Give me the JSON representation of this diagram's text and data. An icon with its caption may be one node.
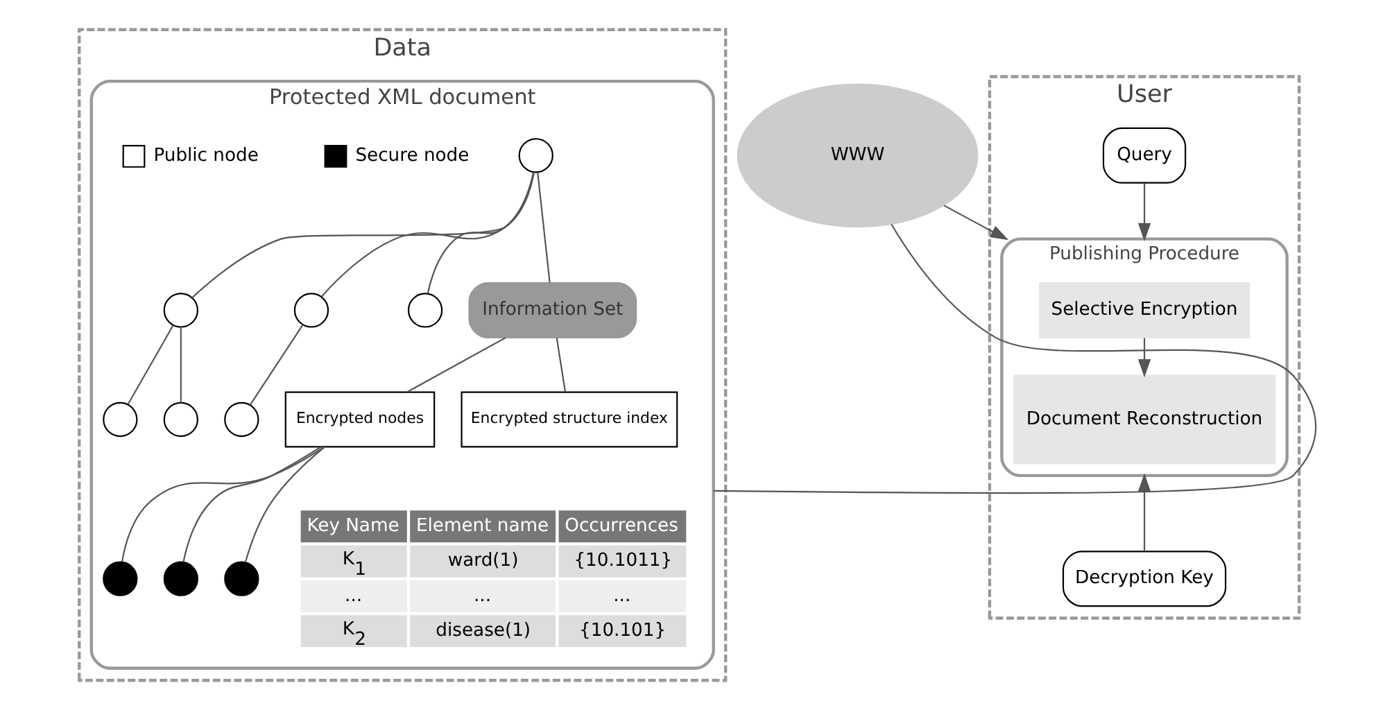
{
  "diagram": {
    "nodes": [
      {
        "text": [
          "Data"
        ]
      },
      {
        "text": [
          "Protected XML document"
        ],
        "in": 0
      },
      {
        "text": [],
        "shape": "circle",
        "in": 1
      },
      {
        "text": [],
        "shape": "circle",
        "in": 1
      },
      {
        "text": [],
        "shape": "circle",
        "in": 1
      },
      {
        "text": [],
        "shape": "circle",
        "in": 1
      },
      {
        "text": [],
        "shape": "circle",
        "in": 1
      },
      {
        "text": [],
        "shape": "circle",
        "in": 1
      },
      {
        "text": [],
        "shape": "circle",
        "in": 1
      },
      {
        "text": [
          "Information Set"
        ],
        "in": 1
      },
      {
        "text": [
          "Encrypted nodes"
        ],
        "in": 1
      },
      {
        "text": [
          "Encrypted structure index"
        ],
        "in": 1
      },
      {
        "text": [],
        "shape": "circle",
        "in": 1
      },
      {
        "text": [],
        "shape": "circle",
        "in": 1
      },
      {
        "text": [],
        "shape": "circle",
        "in": 1
      },
      {
        "text": [
          "WWW"
        ]
      },
      {
        "text": [
          "User"
        ]
      },
      {
        "text": [
          "Query"
        ],
        "in": 16
      },
      {
        "text": [
          "Publishing Procedure"
        ],
        "in": 16
      },
      {
        "text": [
          "Selective Encryption"
        ],
        "in": 18
      },
      {
        "text": [
          "Document Reconstruction"
        ],
        "in": 18
      },
      {
        "text": [
          "Decryption Key"
        ],
        "in": 16
      }
    ],
    "edges": [
      {
        "from": 2,
        "to": 3,
        "arrow": "none"
      },
      {
        "from": 2,
        "to": 4,
        "arrow": "none"
      },
      {
        "from": 2,
        "to": 5,
        "arrow": "none"
      },
      {
        "from": 3,
        "to": 6,
        "arrow": "none"
      },
      {
        "from": 3,
        "to": 7,
        "arrow": "none"
      },
      {
        "from": 4,
        "to": 8,
        "arrow": "none"
      },
      {
        "from": 2,
        "to": 9,
        "arrow": "none"
      },
      {
        "from": 9,
        "to": 10,
        "arrow": "none"
      },
      {
        "from": 9,
        "to": 11,
        "arrow": "none"
      },
      {
        "from": 10,
        "to": 12,
        "arrow": "none"
      },
      {
        "from": 10,
        "to": 13,
        "arrow": "none"
      },
      {
        "from": 10,
        "to": 14,
        "arrow": "none"
      },
      {
        "from": 1,
        "to": 15,
        "arrow": "none"
      },
      {
        "from": 15,
        "to": 18,
        "arrow": "to"
      },
      {
        "from": 17,
        "to": 18,
        "arrow": "to"
      },
      {
        "from": 19,
        "to": 20,
        "arrow": "to"
      },
      {
        "from": 21,
        "to": 18,
        "arrow": "to"
      }
    ],
    "labels": [
      "Key Name",
      "Element name",
      "Occurrences",
      "K$_{1}$",
      "ward(1)",
      "{10.1011}",
      "...",
      "...",
      "...",
      "K$_{2}$",
      "disease(1)",
      "{10.101}"
    ],
    "legend": [
      {
        "text": "Public node",
        "color": "#ffffff"
      },
      {
        "text": "Secure node",
        "color": "#000000"
      }
    ]
  }
}
